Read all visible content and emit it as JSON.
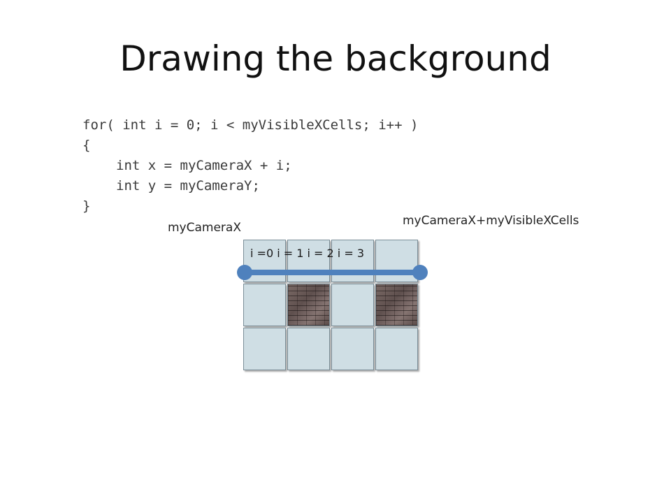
{
  "title": "Drawing the background",
  "code": [
    "for( int i = 0; i < myVisibleXCells; i++ )",
    "{",
    "int x = myCameraX + i;",
    "int y = myCameraY;",
    "}"
  ],
  "labels": {
    "camera_start": "myCameraX",
    "camera_end": "myCameraX+myVisibleXCells"
  },
  "index_labels": [
    "i =0 ",
    "i = 1 ",
    "i = 2 ",
    "i = 3"
  ],
  "grid": {
    "rows": 3,
    "cols": 4,
    "brick_cells": [
      [
        1,
        1
      ],
      [
        1,
        3
      ]
    ]
  },
  "colors": {
    "cell_fill": "#cfdee4",
    "range_line": "#4f81bd"
  }
}
